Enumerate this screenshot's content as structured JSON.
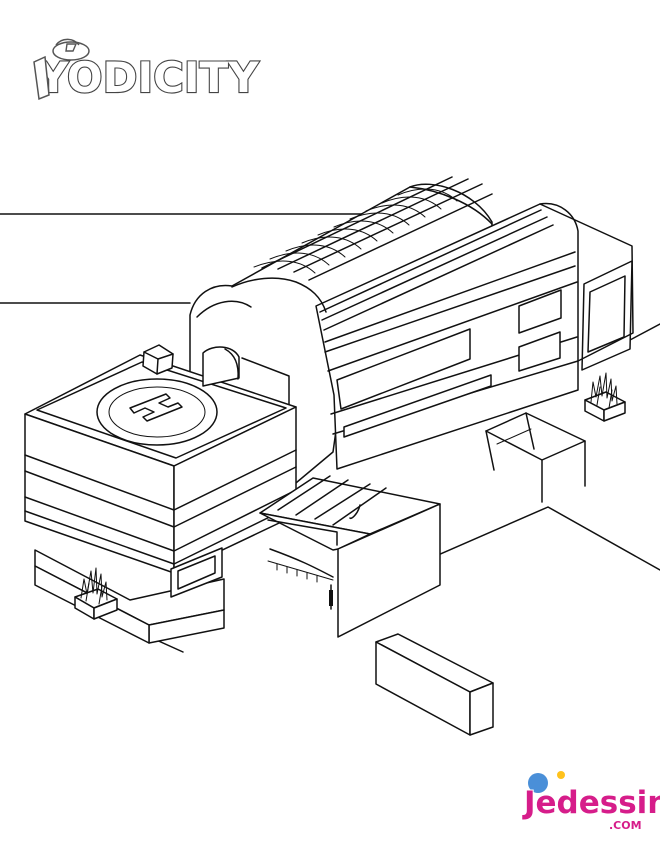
{
  "image": {
    "title_logo_text": "YODICITY",
    "brand_logo_text": "Jedessine",
    "brand_logo_suffix": ".COM"
  },
  "colors": {
    "brand_pink": "#d61d8a",
    "brand_blue": "#4a8fd8",
    "outline": "#111111"
  }
}
